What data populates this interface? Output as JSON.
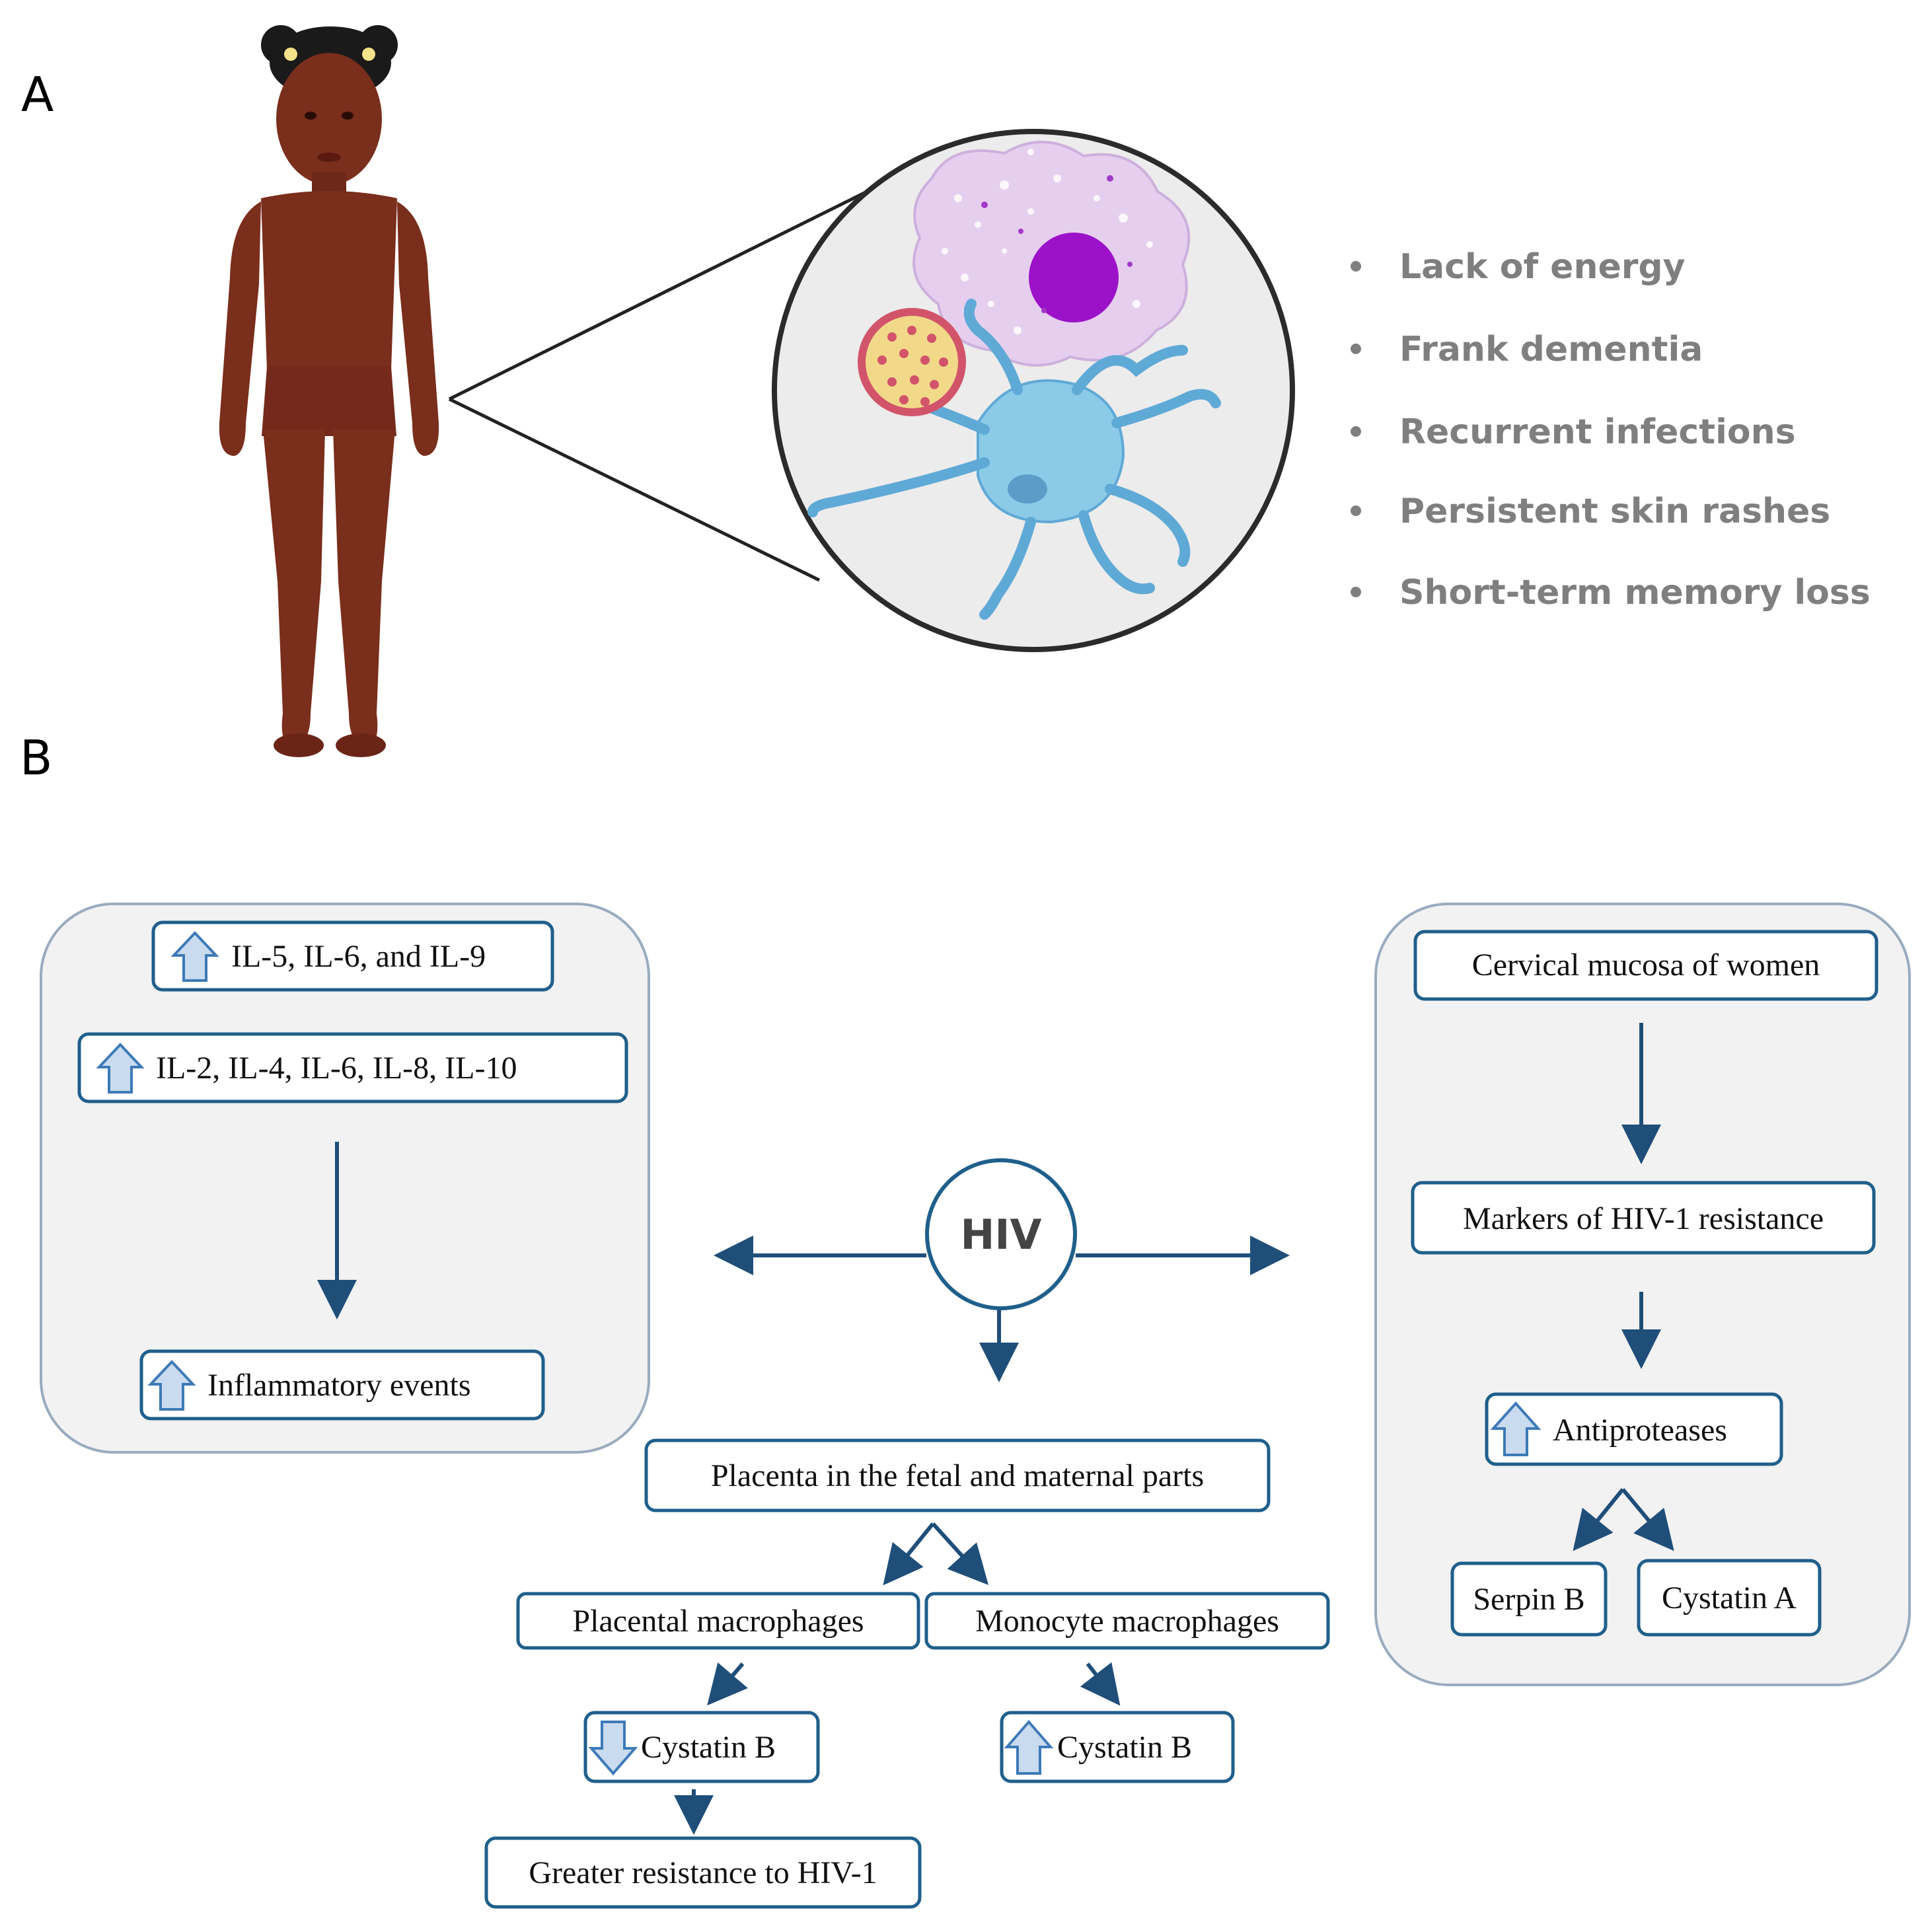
{
  "panel_labels": {
    "a": "A",
    "b": "B"
  },
  "symptoms": [
    "Lack of energy",
    "Frank dementia",
    "Recurrent infections",
    "Persistent skin rashes",
    "Short-term memory loss"
  ],
  "center": {
    "label": "HIV"
  },
  "left_box": {
    "il_group_1": "IL-5, IL-6, and IL-9",
    "il_group_2": "IL-2, IL-4, IL-6, IL-8, IL-10",
    "inflammatory": "Inflammatory events"
  },
  "bottom_flow": {
    "placenta": "Placenta in the fetal and maternal parts",
    "placental_macrophages": "Placental macrophages",
    "monocyte_macrophages": "Monocyte macrophages",
    "cystatin_b_down": "Cystatin B",
    "cystatin_b_up": "Cystatin B",
    "resistance": "Greater resistance to HIV-1"
  },
  "right_box": {
    "cervical": "Cervical mucosa of women",
    "markers": "Markers of HIV-1 resistance",
    "antiproteases": "Antiproteases",
    "serpin": "Serpin B",
    "cystatin_a": "Cystatin A"
  },
  "colors": {
    "box_stroke": "#1f5f8b",
    "arrow": "#1f4e79",
    "panel_fill": "#f2f2f2",
    "panel_stroke": "#9aabbf",
    "up_arrow_fill": "#c9dbee",
    "up_arrow_stroke": "#3d7ab8",
    "symptom_text": "#7f7f7f",
    "skin": "#7a2e1c",
    "macrophage": "#e6cfee",
    "nucleus": "#9b12c9",
    "dendritic": "#8ccbe8",
    "virus": "#f2d98a",
    "virus_spikes": "#d2546a"
  },
  "icons": [
    "up-arrow-icon",
    "down-arrow-icon",
    "child-figure",
    "macrophage-cell",
    "virus-particle",
    "dendritic-cell"
  ]
}
